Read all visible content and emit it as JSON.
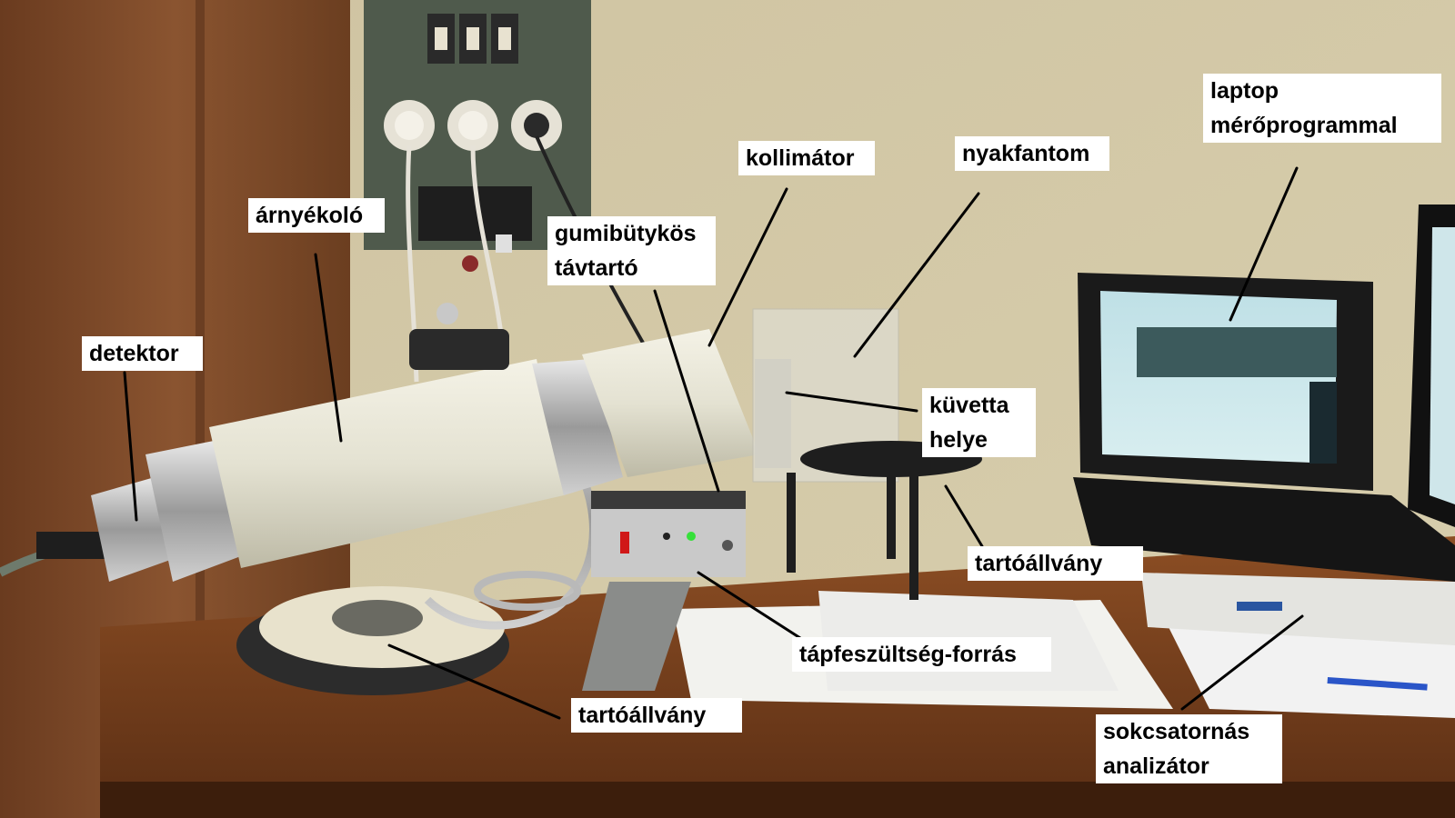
{
  "labels": {
    "detektor": "detektor",
    "arnyekolo": "árnyékoló",
    "gumibutykos_1": "gumibütykös",
    "gumibutykos_2": "távtartó",
    "kollimator": "kollimátor",
    "nyakfantom": "nyakfantom",
    "laptop_1": "laptop",
    "laptop_2": "mérőprogrammal",
    "kuvetta_1": "küvetta",
    "kuvetta_2": "helye",
    "tartoallvany_right": "tartóállvány",
    "tapfeszultseg": "tápfeszültség-forrás",
    "tartoallvany_bottom": "tartóállvány",
    "sokcsatornas_1": "sokcsatornás",
    "sokcsatornas_2": "analizátor"
  },
  "colors": {
    "label_bg": "#ffffff",
    "label_text": "#000000",
    "leader_line": "#000000"
  }
}
